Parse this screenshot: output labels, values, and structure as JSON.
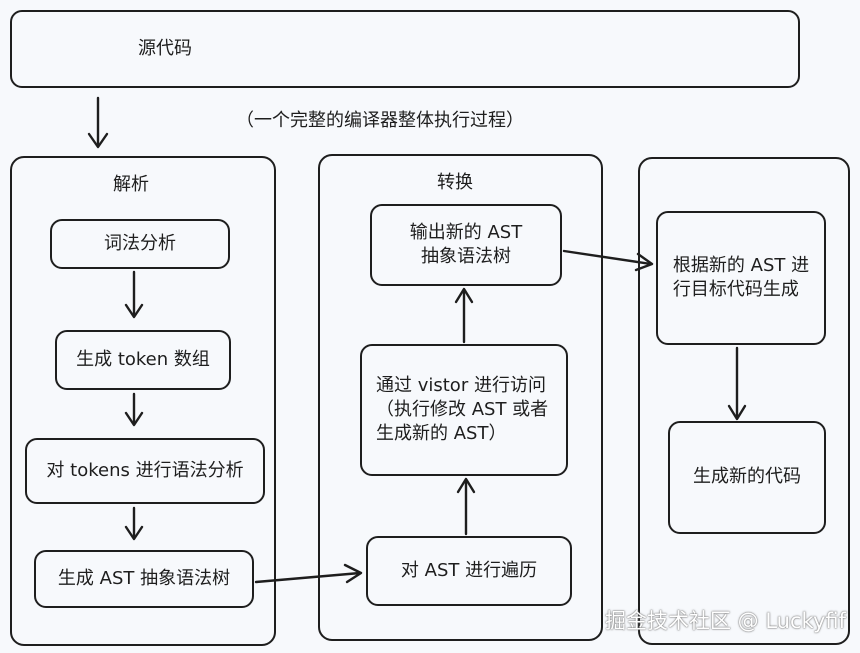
{
  "source_code": "源代码",
  "caption": "（一个完整的编译器整体执行过程）",
  "groups": {
    "parse": {
      "title": "解析",
      "steps": [
        "词法分析",
        "生成 token 数组",
        "对 tokens 进行语法分析",
        "生成 AST 抽象语法树"
      ]
    },
    "transform": {
      "title": "转换",
      "output_ast": "输出新的 AST\n抽象语法树",
      "visit": "通过 vistor 进行访问\n（执行修改 AST 或者\n生成新的 AST）",
      "traverse": "对 AST 进行遍历"
    },
    "generate": {
      "codegen": "根据新的 AST 进\n行目标代码生成",
      "new_code": "生成新的代码"
    }
  },
  "watermark": "掘金技术社区 @ Luckyfif"
}
